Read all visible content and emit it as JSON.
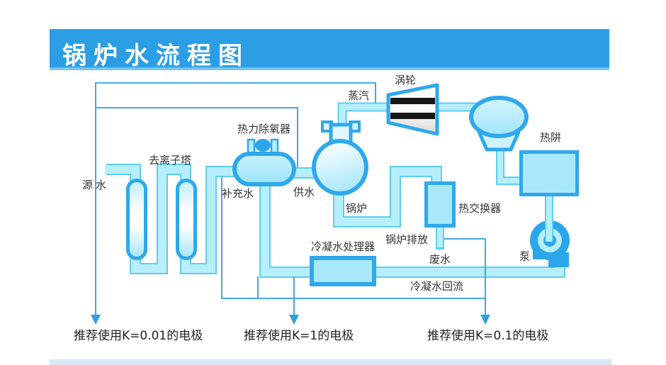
{
  "header": {
    "title": "锅炉水流程图"
  },
  "diagram": {
    "labels": {
      "source_water": "源水",
      "deionizer_tower": "去离子塔",
      "thermal_deaerator": "热力除氧器",
      "makeup_water": "补充水",
      "feed_water": "供水",
      "steam": "蒸汽",
      "turbine": "涡轮",
      "boiler": "锅炉",
      "heat_sink": "热阱",
      "heat_exchanger": "热交换器",
      "boiler_blowdown": "锅炉排放",
      "waste_water": "废水",
      "condensate_processor": "冷凝水处理器",
      "condensate_return": "冷凝水回流",
      "pump": "泵"
    },
    "recommendations": [
      "推荐使用K=0.01的电极",
      "推荐使用K=1的电极",
      "推荐使用K=0.1的电极"
    ],
    "colors": {
      "header_blue": "#2B9EE5",
      "equipment_border_blue": "#2FA8EC",
      "pipe_fill": "#B7EEFC",
      "pipe_edge": "#5FCDF3",
      "annotation_line_blue": "#2E9FE0",
      "dark_fill_blue": "#2CA6EA",
      "label_text": "#333333",
      "footer_strip": "#D3E9F6"
    }
  }
}
